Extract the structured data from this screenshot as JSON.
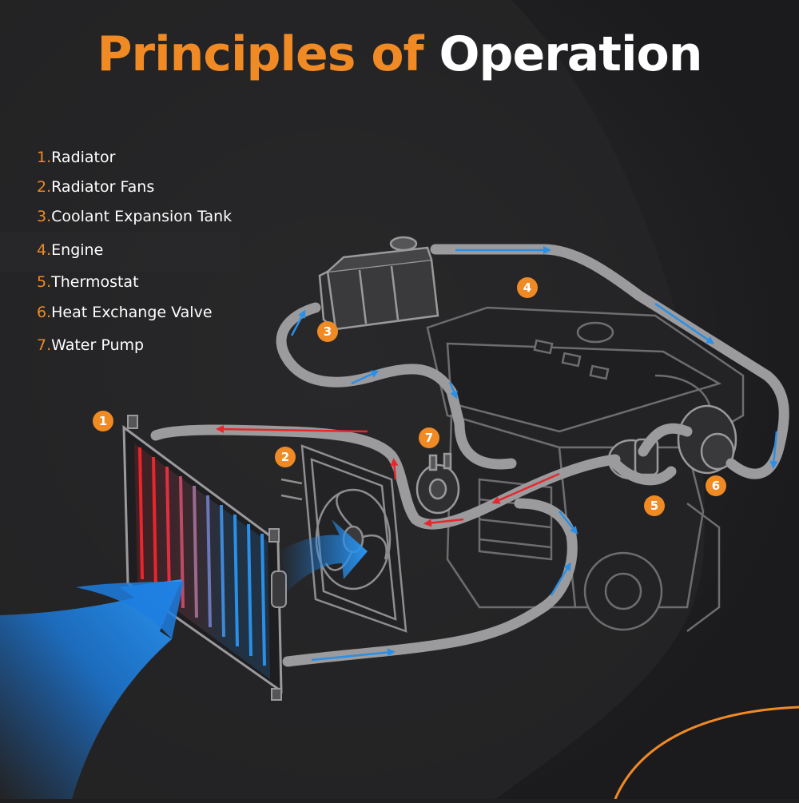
{
  "title": {
    "part1": "Principles of",
    "part2": "Operation"
  },
  "colors": {
    "accent": "#f08a24",
    "hot": "#e8262c",
    "cold": "#2a8fe6",
    "pipe": "#9b9b9d",
    "background": "#1f1f21"
  },
  "legend": [
    {
      "num": "1.",
      "label": "Radiator"
    },
    {
      "num": "2.",
      "label": "Radiator Fans"
    },
    {
      "num": "3.",
      "label": "Coolant Expansion Tank"
    },
    {
      "num": "4.",
      "label": "Engine"
    },
    {
      "num": "5.",
      "label": "Thermostat"
    },
    {
      "num": "6.",
      "label": "Heat Exchange Valve"
    },
    {
      "num": "7.",
      "label": "Water Pump"
    }
  ],
  "badges": [
    "1",
    "2",
    "3",
    "4",
    "5",
    "6",
    "7"
  ]
}
